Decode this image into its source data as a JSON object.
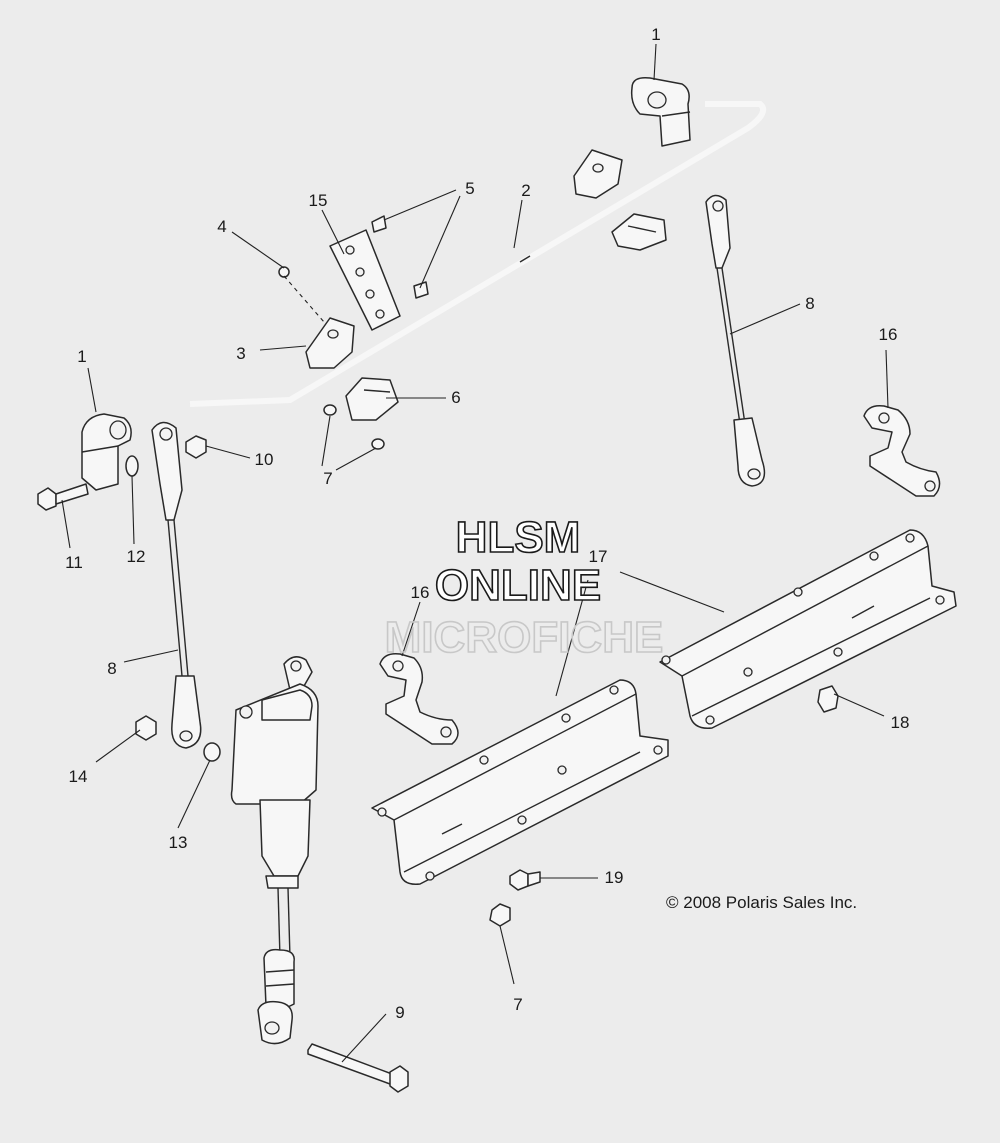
{
  "diagram": {
    "watermark": {
      "line1": "HLSM",
      "line2": "ONLINE",
      "line3": "MICROFICHE"
    },
    "copyright": "© 2008 Polaris Sales Inc.",
    "callouts": {
      "c1a": "1",
      "c1b": "1",
      "c2": "2",
      "c3": "3",
      "c4": "4",
      "c5": "5",
      "c6": "6",
      "c7a": "7",
      "c7b": "7",
      "c8a": "8",
      "c8b": "8",
      "c9": "9",
      "c10": "10",
      "c11": "11",
      "c12": "12",
      "c13": "13",
      "c14": "14",
      "c15": "15",
      "c16a": "16",
      "c16b": "16",
      "c17": "17",
      "c18": "18",
      "c19": "19"
    },
    "colors": {
      "background": "#ececec",
      "linework": "#2a2a2a",
      "watermark": "#d0d0d0"
    }
  }
}
